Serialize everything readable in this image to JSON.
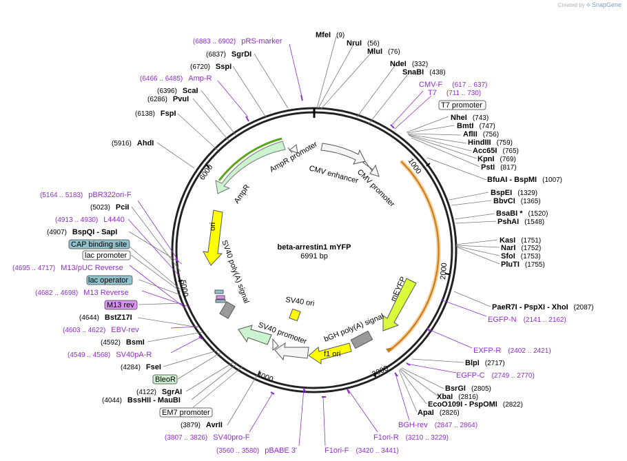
{
  "plasmid": {
    "name": "beta-arrestin1 mYFP",
    "length_text": "6991 bp",
    "length": 6991
  },
  "credit": {
    "created_by": "Created by",
    "brand": "SnapGene"
  },
  "ruler": [
    "1000",
    "2000",
    "3000",
    "4000",
    "5000",
    "6000"
  ],
  "features": {
    "ampr_promoter": "AmpR promoter",
    "ampr": "AmpR",
    "cmv_enhancer": "CMV enhancer",
    "cmv_promoter": "CMV promoter",
    "ori": "ori",
    "sv40_polya": "SV40 poly(A) signal",
    "sv40_ori": "SV40 ori",
    "meyfp": "mEYFP",
    "bgh_polya": "bGH poly(A) signal",
    "f1_ori": "f1 ori",
    "sv40_promoter": "SV40 promoter"
  },
  "boxed": {
    "t7_promoter": "T7 promoter",
    "cap_binding_site": "CAP binding site",
    "lac_promoter": "lac promoter",
    "lac_operator": "lac operator",
    "m13_rev": "M13 rev",
    "bleor": "BleoR",
    "em7_promoter": "EM7 promoter"
  },
  "sites": [
    {
      "name": "MfeI",
      "pos": "(9)"
    },
    {
      "name": "NruI",
      "pos": "(56)"
    },
    {
      "name": "MluI",
      "pos": "(76)"
    },
    {
      "name": "NdeI",
      "pos": "(332)"
    },
    {
      "name": "SnaBI",
      "pos": "(438)"
    },
    {
      "name": "NheI",
      "pos": "(743)"
    },
    {
      "name": "BmtI",
      "pos": "(747)"
    },
    {
      "name": "AflII",
      "pos": "(756)"
    },
    {
      "name": "HindIII",
      "pos": "(759)"
    },
    {
      "name": "Acc65I",
      "pos": "(765)"
    },
    {
      "name": "KpnI",
      "pos": "(769)"
    },
    {
      "name": "PstI",
      "pos": "(817)"
    },
    {
      "name": "BfuAI  -  BspMI",
      "pos": "(1007)"
    },
    {
      "name": "BspEI",
      "pos": "(1329)"
    },
    {
      "name": "BbvCI",
      "pos": "(1365)"
    },
    {
      "name": "BsaBI *",
      "pos": "(1520)"
    },
    {
      "name": "PshAI",
      "pos": "(1548)"
    },
    {
      "name": "KasI",
      "pos": "(1751)"
    },
    {
      "name": "NarI",
      "pos": "(1752)"
    },
    {
      "name": "SfoI",
      "pos": "(1753)"
    },
    {
      "name": "PluTI",
      "pos": "(1755)"
    },
    {
      "name": "PaeR7I  - PspXI  - XhoI",
      "pos": "(2087)"
    },
    {
      "name": "BlpI",
      "pos": "(2717)"
    },
    {
      "name": "BsrGI",
      "pos": "(2805)"
    },
    {
      "name": "XbaI",
      "pos": "(2816)"
    },
    {
      "name": "EcoO109I  - PspOMI",
      "pos": "(2822)"
    },
    {
      "name": "ApaI",
      "pos": "(2826)"
    },
    {
      "name": "AvrII",
      "pos": "(3879)"
    },
    {
      "name": "BssHII  - MauBI",
      "pos": "(4044)"
    },
    {
      "name": "SgrAI",
      "pos": "(4122)"
    },
    {
      "name": "FseI",
      "pos": "(4284)"
    },
    {
      "name": "BsmI",
      "pos": "(4592)"
    },
    {
      "name": "BstZ17I",
      "pos": "(4644)"
    },
    {
      "name": "BspQI   - SapI",
      "pos": "(4907)"
    },
    {
      "name": "PciI",
      "pos": "(5023)"
    },
    {
      "name": "AhdI",
      "pos": "(5916)"
    },
    {
      "name": "FspI",
      "pos": "(6138)"
    },
    {
      "name": "PvuI",
      "pos": "(6286)"
    },
    {
      "name": "ScaI",
      "pos": "(6396)"
    },
    {
      "name": "SspI",
      "pos": "(6720)"
    },
    {
      "name": "SgrDI",
      "pos": "(6837)"
    }
  ],
  "primers": [
    {
      "name": "pRS-marker",
      "pos": "(6883 .. 6902)"
    },
    {
      "name": "Amp-R",
      "pos": "(6466 .. 6485)"
    },
    {
      "name": "CMV-F",
      "pos": "(617 .. 637)"
    },
    {
      "name": "T7",
      "pos": "(711 .. 730)"
    },
    {
      "name": "EGFP-N",
      "pos": "(2141 .. 2162)"
    },
    {
      "name": "EXFP-R",
      "pos": "(2402 .. 2421)"
    },
    {
      "name": "EGFP-C",
      "pos": "(2749 .. 2770)"
    },
    {
      "name": "BGH-rev",
      "pos": "(2847 .. 2864)"
    },
    {
      "name": "F1ori-R",
      "pos": "(3210 .. 3229)"
    },
    {
      "name": "F1ori-F",
      "pos": "(3420 .. 3441)"
    },
    {
      "name": "pBABE 3'",
      "pos": "(3560 .. 3580)"
    },
    {
      "name": "SV40pro-F",
      "pos": "(3807 .. 3826)"
    },
    {
      "name": "SV40pA-R",
      "pos": "(4549 .. 4568)"
    },
    {
      "name": "EBV-rev",
      "pos": "(4603 .. 4622)"
    },
    {
      "name": "M13 Reverse",
      "pos": "(4682 .. 4698)"
    },
    {
      "name": "M13/pUC Reverse",
      "pos": "(4695 .. 4717)"
    },
    {
      "name": "L4440",
      "pos": "(4913 .. 4930)"
    },
    {
      "name": "pBR322ori-F",
      "pos": "(5164 .. 5183)"
    }
  ]
}
